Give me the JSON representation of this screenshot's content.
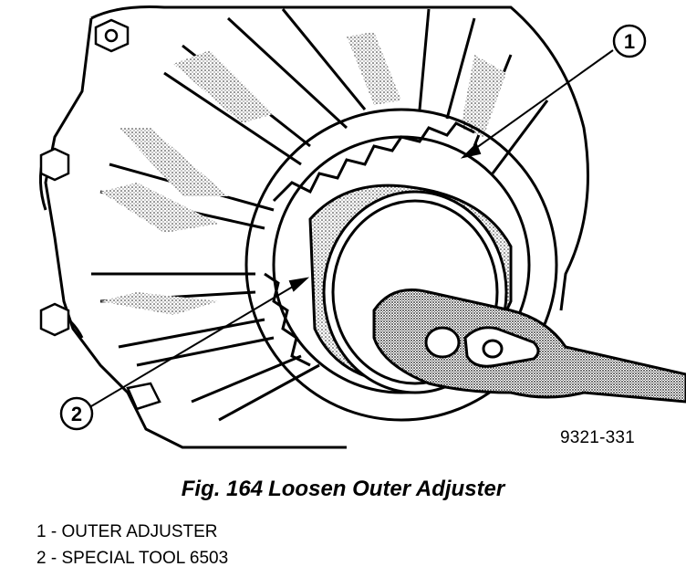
{
  "figure": {
    "reference_number": "9321-331",
    "caption_label": "Fig. 164",
    "caption_title": "Loosen Outer Adjuster",
    "callouts": [
      {
        "number": "1",
        "label": "OUTER ADJUSTER"
      },
      {
        "number": "2",
        "label": "SPECIAL TOOL 6503"
      }
    ],
    "legend_separator": " - "
  }
}
